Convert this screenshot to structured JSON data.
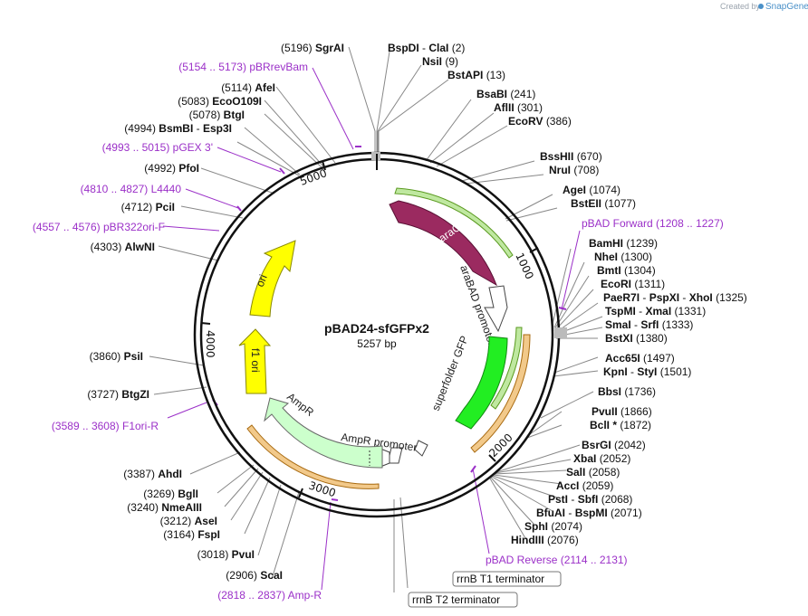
{
  "brand": {
    "prefix": "Created by",
    "name": "SnapGene"
  },
  "plasmid": {
    "name": "pBAD24-sfGFPx2",
    "length_label": "5257 bp"
  },
  "ticks": [
    "1000",
    "2000",
    "3000",
    "4000",
    "5000"
  ],
  "features": {
    "araC": "araC",
    "araBAD": "araBAD promoter",
    "sfgfp": "superfolder GFP",
    "ampr": "AmpR",
    "ampr_promoter": "AmpR promoter",
    "ori": "ori",
    "f1ori": "f1 ori"
  },
  "terminators": {
    "t1": "rrnB T1 terminator",
    "t2": "rrnB T2 terminator"
  },
  "sites": {
    "sgrai": {
      "pos": "(5196)",
      "name": "SgrAI"
    },
    "bspdi": {
      "name": "BspDI",
      "sep": "-",
      "name2": "ClaI",
      "pos": "(2)"
    },
    "nsii": {
      "name": "NsiI",
      "pos": "(9)"
    },
    "bstapi": {
      "name": "BstAPI",
      "pos": "(13)"
    },
    "pbrrevbam": {
      "range": "(5154 .. 5173)",
      "name": "pBRrevBam"
    },
    "afei": {
      "pos": "(5114)",
      "name": "AfeI"
    },
    "eco0109i": {
      "pos": "(5083)",
      "name": "EcoO109I"
    },
    "btgi1": {
      "pos": "(5078)",
      "name": "BtgI"
    },
    "bsmbi": {
      "pos": "(4994)",
      "name": "BsmBI",
      "sep": "-",
      "name2": "Esp3I"
    },
    "pgex3": {
      "range": "(4993 .. 5015)",
      "name": "pGEX 3'"
    },
    "pfoi": {
      "pos": "(4992)",
      "name": "PfoI"
    },
    "l4440": {
      "range": "(4810 .. 4827)",
      "name": "L4440"
    },
    "pcii": {
      "pos": "(4712)",
      "name": "PciI"
    },
    "pbr322ori": {
      "range": "(4557 .. 4576)",
      "name": "pBR322ori-F"
    },
    "alwni": {
      "pos": "(4303)",
      "name": "AlwNI"
    },
    "psii": {
      "pos": "(3860)",
      "name": "PsiI"
    },
    "btgzi": {
      "pos": "(3727)",
      "name": "BtgZI"
    },
    "f1orir": {
      "range": "(3589 .. 3608)",
      "name": "F1ori-R"
    },
    "ahdi": {
      "pos": "(3387)",
      "name": "AhdI"
    },
    "bgli": {
      "pos": "(3269)",
      "name": "BglI"
    },
    "nmeaiii": {
      "pos": "(3240)",
      "name": "NmeAIII"
    },
    "asei": {
      "pos": "(3212)",
      "name": "AseI"
    },
    "fspi": {
      "pos": "(3164)",
      "name": "FspI"
    },
    "pvui": {
      "pos": "(3018)",
      "name": "PvuI"
    },
    "scai": {
      "pos": "(2906)",
      "name": "ScaI"
    },
    "ampr_primer": {
      "range": "(2818 .. 2837)",
      "name": "Amp-R"
    },
    "bsabi": {
      "name": "BsaBI",
      "pos": "(241)"
    },
    "aflii": {
      "name": "AflII",
      "pos": "(301)"
    },
    "ecorv": {
      "name": "EcoRV",
      "pos": "(386)"
    },
    "bsshii": {
      "name": "BssHII",
      "pos": "(670)"
    },
    "nrui": {
      "name": "NruI",
      "pos": "(708)"
    },
    "agei": {
      "name": "AgeI",
      "pos": "(1074)"
    },
    "bsteii": {
      "name": "BstEII",
      "pos": "(1077)"
    },
    "pbadfwd": {
      "name": "pBAD Forward",
      "range": "(1208 .. 1227)"
    },
    "bamhi": {
      "name": "BamHI",
      "pos": "(1239)"
    },
    "nhei": {
      "name": "NheI",
      "pos": "(1300)"
    },
    "bmti": {
      "name": "BmtI",
      "pos": "(1304)"
    },
    "ecori": {
      "name": "EcoRI",
      "pos": "(1311)"
    },
    "paer7i": {
      "name": "PaeR7I",
      "sep": "-",
      "name2": "PspXI",
      "name3": "XhoI",
      "pos": "(1325)"
    },
    "tspmi": {
      "name": "TspMI",
      "sep": "-",
      "name2": "XmaI",
      "pos": "(1331)"
    },
    "smai": {
      "name": "SmaI",
      "sep": "-",
      "name2": "SrfI",
      "pos": "(1333)"
    },
    "bstxi": {
      "name": "BstXI",
      "pos": "(1380)"
    },
    "acc65i": {
      "name": "Acc65I",
      "pos": "(1497)"
    },
    "kpni": {
      "name": "KpnI",
      "sep": "-",
      "name2": "StyI",
      "pos": "(1501)"
    },
    "bbsi": {
      "name": "BbsI",
      "pos": "(1736)"
    },
    "pvuii": {
      "name": "PvuII",
      "pos": "(1866)"
    },
    "bcli": {
      "name": "BclI *",
      "pos": "(1872)"
    },
    "bsrgi": {
      "name": "BsrGI",
      "pos": "(2042)"
    },
    "xbai": {
      "name": "XbaI",
      "pos": "(2052)"
    },
    "sali": {
      "name": "SalI",
      "pos": "(2058)"
    },
    "acci": {
      "name": "AccI",
      "pos": "(2059)"
    },
    "psti": {
      "name": "PstI",
      "sep": "-",
      "name2": "SbfI",
      "pos": "(2068)"
    },
    "bfuai": {
      "name": "BfuAI",
      "sep": "-",
      "name2": "BspMI",
      "pos": "(2071)"
    },
    "sphi": {
      "name": "SphI",
      "pos": "(2074)"
    },
    "hindiii": {
      "name": "HindIII",
      "pos": "(2076)"
    },
    "pbadrev": {
      "name": "pBAD Reverse",
      "range": "(2114 .. 2131)"
    }
  },
  "colors": {
    "araC": "#9b2a60",
    "sfgfp": "#22ee22",
    "ampr": "#ccffcc",
    "ori": "#ffff00",
    "primer": "#9b30c8",
    "primer_arrow_green": "#8ccf3a",
    "primer_arrow_orange": "#d8902a"
  }
}
